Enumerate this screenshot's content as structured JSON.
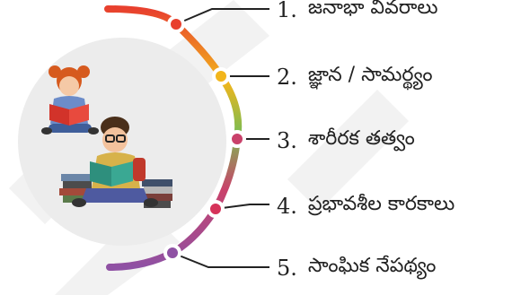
{
  "items": [
    {
      "num": "1.",
      "label": "జనాభా వివరాలు"
    },
    {
      "num": "2.",
      "label": "జ్ఞాన / సామర్థ్యం"
    },
    {
      "num": "3.",
      "label": "శారీరక తత్వం"
    },
    {
      "num": "4.",
      "label": "ప్రభావశీల కారకాలు"
    },
    {
      "num": "5.",
      "label": "సాంఘిక నేపథ్యం"
    }
  ],
  "colors": {
    "item1": "#e8402e",
    "item2": "#f2b51b",
    "item3": "#7cbc52",
    "item4": "#c9416a",
    "item5": "#8f51a4",
    "circle_bg": "#ededed",
    "watermark": "#f3f3f3"
  },
  "icons": [
    "girl-reading-icon",
    "boy-reading-icon",
    "book-stack-icon"
  ]
}
